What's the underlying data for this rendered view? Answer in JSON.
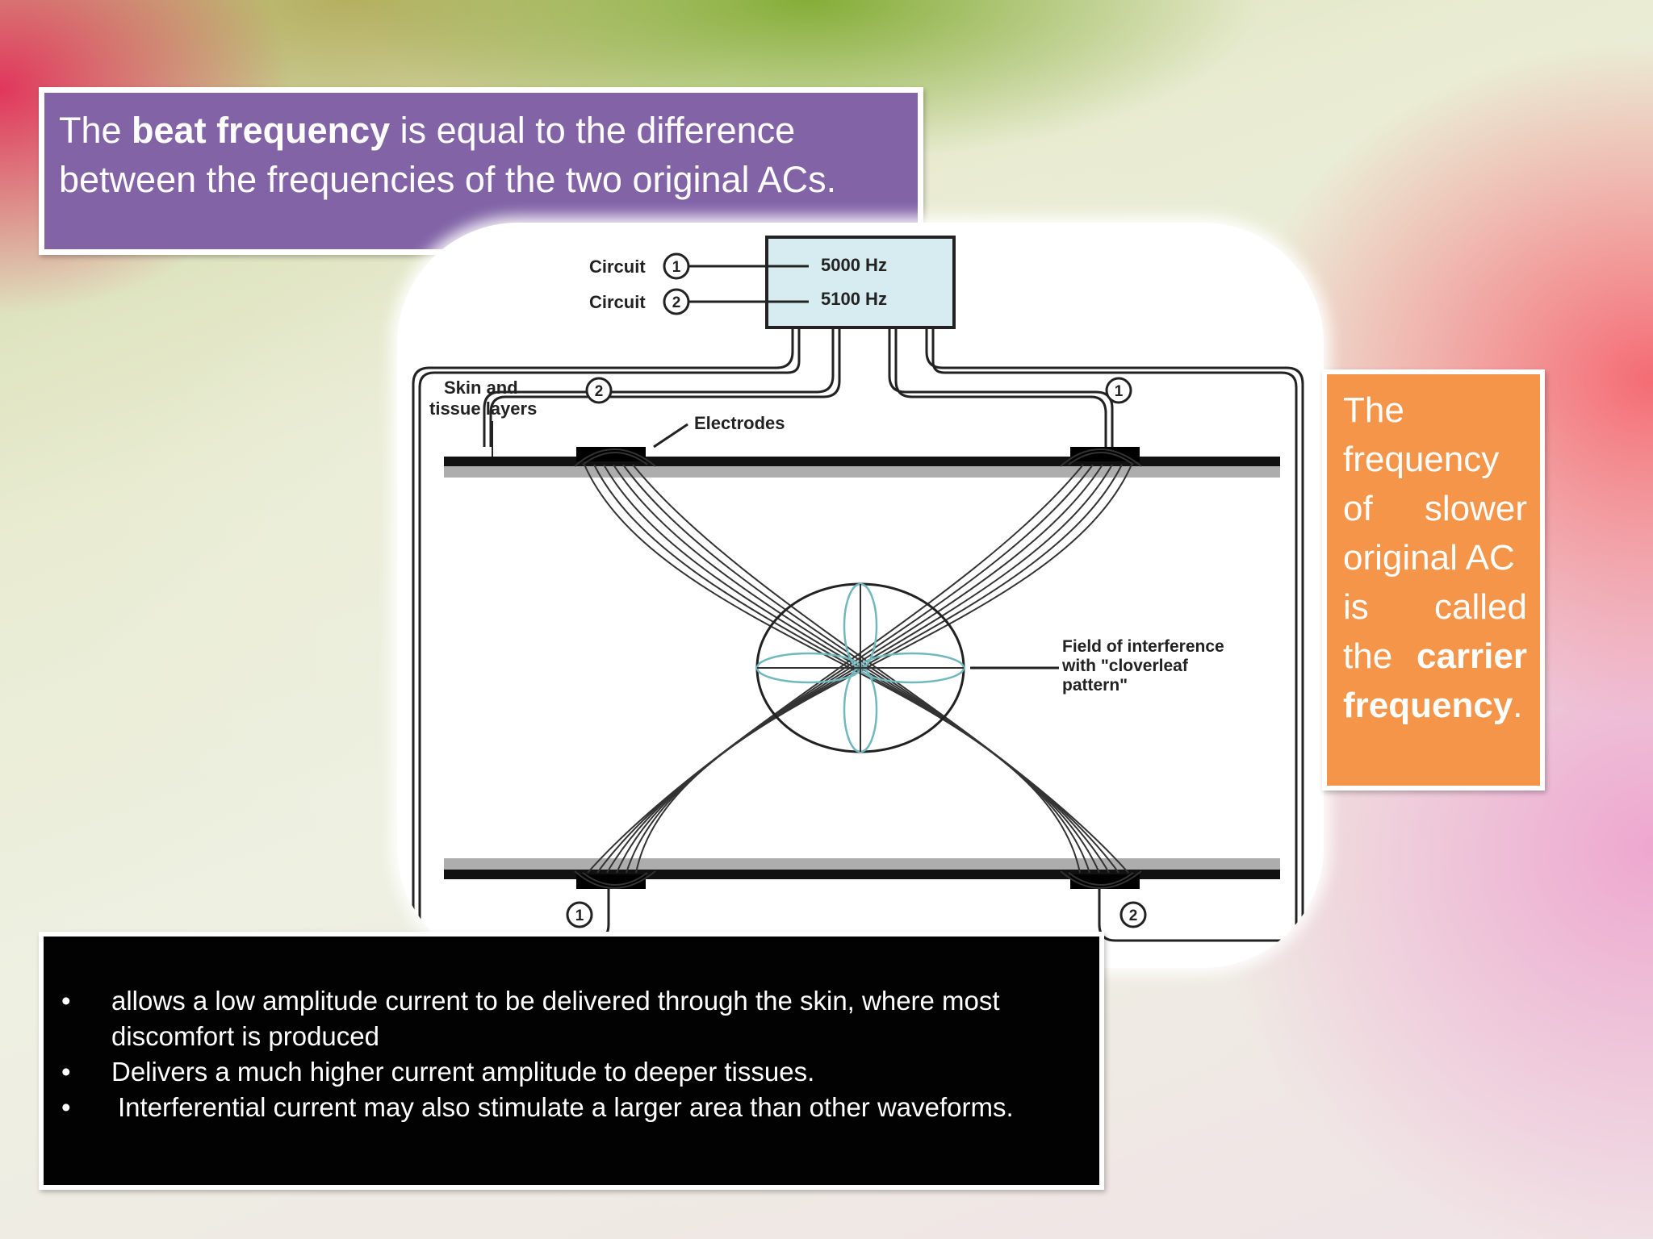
{
  "purple_box": {
    "pre": "The ",
    "bold": "beat frequency",
    "post": " is equal to the difference between the frequencies of the two original ACs."
  },
  "orange_box": {
    "line1": "The",
    "line2": "frequency",
    "line3a": "of",
    "line3b": "slower",
    "line4": "original AC",
    "line5a": "is",
    "line5b": "called",
    "line6a": "the",
    "line6b": "carrier",
    "line7": "frequency",
    "line7_end": "."
  },
  "bullets": [
    "allows a low amplitude current to be delivered through the skin, where most discomfort is produced",
    "Delivers a much higher current amplitude to deeper tissues.",
    "Interferential current may also stimulate a larger area than other waveforms."
  ],
  "bullet_glyph": "•",
  "diagram": {
    "circuit_label_1": "Circuit",
    "circuit_label_2": "Circuit",
    "circuit_num_1": "1",
    "circuit_num_2": "2",
    "freq_1": "5000 Hz",
    "freq_2": "5100 Hz",
    "skin_label_1": "Skin and",
    "skin_label_2": "tissue layers",
    "electrodes_label": "Electrodes",
    "field_label_1": "Field of interference",
    "field_label_2": "with \"cloverleaf",
    "field_label_3": "pattern\"",
    "electrode_num_top_left": "2",
    "electrode_num_top_right": "1",
    "electrode_num_bottom_left": "1",
    "electrode_num_bottom_right": "2",
    "generator_fill": "#d6ecf0",
    "clover_color": "#6fb8bd"
  }
}
